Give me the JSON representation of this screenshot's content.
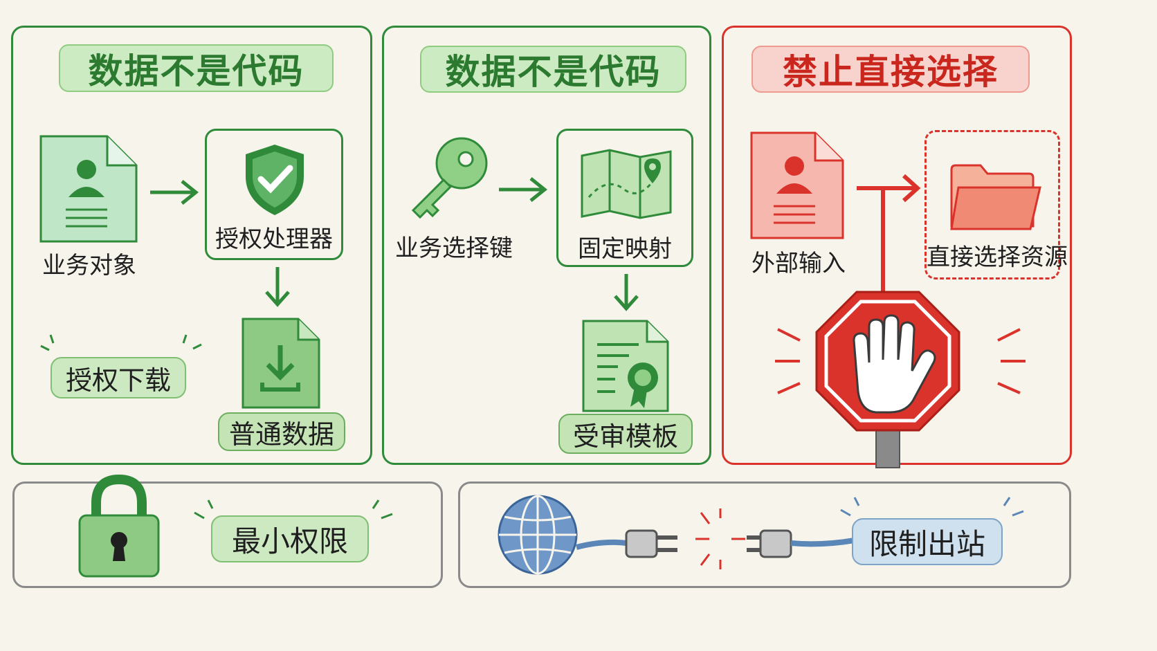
{
  "panel1": {
    "title": "数据不是代码",
    "business_object_label": "业务对象",
    "processor_label": "授权处理器",
    "download_label": "授权下载",
    "plain_data_label": "普通数据"
  },
  "panel2": {
    "title": "数据不是代码",
    "selection_key_label": "业务选择键",
    "fixed_mapping_label": "固定映射",
    "audited_template_label": "受审模板"
  },
  "panel3": {
    "title": "禁止直接选择",
    "external_input_label": "外部输入",
    "direct_resource_label": "直接选择资源"
  },
  "bottom_left": {
    "label": "最小权限"
  },
  "bottom_right": {
    "label": "限制出站"
  },
  "colors": {
    "green": "#2f8a3a",
    "red": "#d9332b",
    "blue": "#5b86b8",
    "gray": "#8a8a8a"
  },
  "icons": [
    "document-person-icon",
    "shield-check-icon",
    "document-download-icon",
    "key-icon",
    "map-icon",
    "certificate-icon",
    "folder-icon",
    "stop-hand-icon",
    "padlock-icon",
    "globe-icon",
    "plug-icon"
  ]
}
